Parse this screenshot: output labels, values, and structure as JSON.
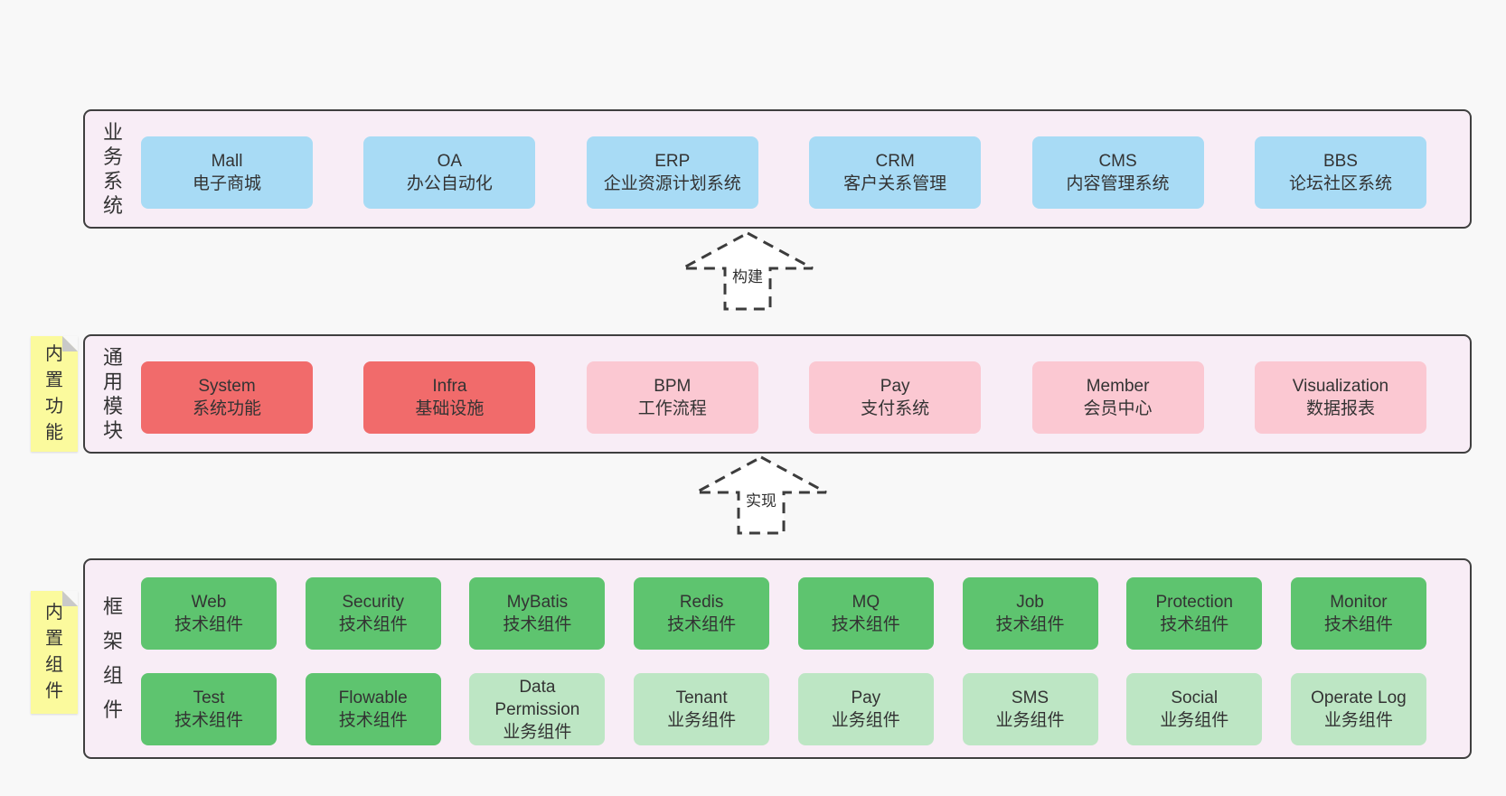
{
  "palette": {
    "page_bg": "#f8f8f8",
    "panel_bg": "#f8edf6",
    "panel_border": "#3f3f3f",
    "blue": "#a8dbf5",
    "red": "#f16b6b",
    "pink": "#fbc8d2",
    "green": "#5ec46f",
    "light_green": "#bde6c4",
    "sticky_yellow": "#fbfa9d",
    "sticky_fold": "#c9c9c9",
    "text": "#2f2f2f"
  },
  "arrows": [
    {
      "label": "构建"
    },
    {
      "label": "实现"
    }
  ],
  "stickies": [
    {
      "label": "内置功能"
    },
    {
      "label": "内置组件"
    }
  ],
  "sections": [
    {
      "label": "业务系统",
      "rows": [
        [
          {
            "en": "Mall",
            "zh": "电子商城",
            "type": "blue"
          },
          {
            "en": "OA",
            "zh": "办公自动化",
            "type": "blue"
          },
          {
            "en": "ERP",
            "zh": "企业资源计划系统",
            "type": "blue"
          },
          {
            "en": "CRM",
            "zh": "客户关系管理",
            "type": "blue"
          },
          {
            "en": "CMS",
            "zh": "内容管理系统",
            "type": "blue"
          },
          {
            "en": "BBS",
            "zh": "论坛社区系统",
            "type": "blue"
          }
        ]
      ]
    },
    {
      "label": "通用模块",
      "rows": [
        [
          {
            "en": "System",
            "zh": "系统功能",
            "type": "red"
          },
          {
            "en": "Infra",
            "zh": "基础设施",
            "type": "red"
          },
          {
            "en": "BPM",
            "zh": "工作流程",
            "type": "pink"
          },
          {
            "en": "Pay",
            "zh": "支付系统",
            "type": "pink"
          },
          {
            "en": "Member",
            "zh": "会员中心",
            "type": "pink"
          },
          {
            "en": "Visualization",
            "zh": "数据报表",
            "type": "pink"
          }
        ]
      ]
    },
    {
      "label": "框架组件",
      "rows": [
        [
          {
            "en": "Web",
            "zh": "技术组件",
            "type": "green"
          },
          {
            "en": "Security",
            "zh": "技术组件",
            "type": "green"
          },
          {
            "en": "MyBatis",
            "zh": "技术组件",
            "type": "green"
          },
          {
            "en": "Redis",
            "zh": "技术组件",
            "type": "green"
          },
          {
            "en": "MQ",
            "zh": "技术组件",
            "type": "green"
          },
          {
            "en": "Job",
            "zh": "技术组件",
            "type": "green"
          },
          {
            "en": "Protection",
            "zh": "技术组件",
            "type": "green"
          },
          {
            "en": "Monitor",
            "zh": "技术组件",
            "type": "green"
          }
        ],
        [
          {
            "en": "Test",
            "zh": "技术组件",
            "type": "green"
          },
          {
            "en": "Flowable",
            "zh": "技术组件",
            "type": "green"
          },
          {
            "en": "Data Permission",
            "zh": "业务组件",
            "type": "lgreen"
          },
          {
            "en": "Tenant",
            "zh": "业务组件",
            "type": "lgreen"
          },
          {
            "en": "Pay",
            "zh": "业务组件",
            "type": "lgreen"
          },
          {
            "en": "SMS",
            "zh": "业务组件",
            "type": "lgreen"
          },
          {
            "en": "Social",
            "zh": "业务组件",
            "type": "lgreen"
          },
          {
            "en": "Operate Log",
            "zh": "业务组件",
            "type": "lgreen"
          }
        ]
      ]
    }
  ]
}
